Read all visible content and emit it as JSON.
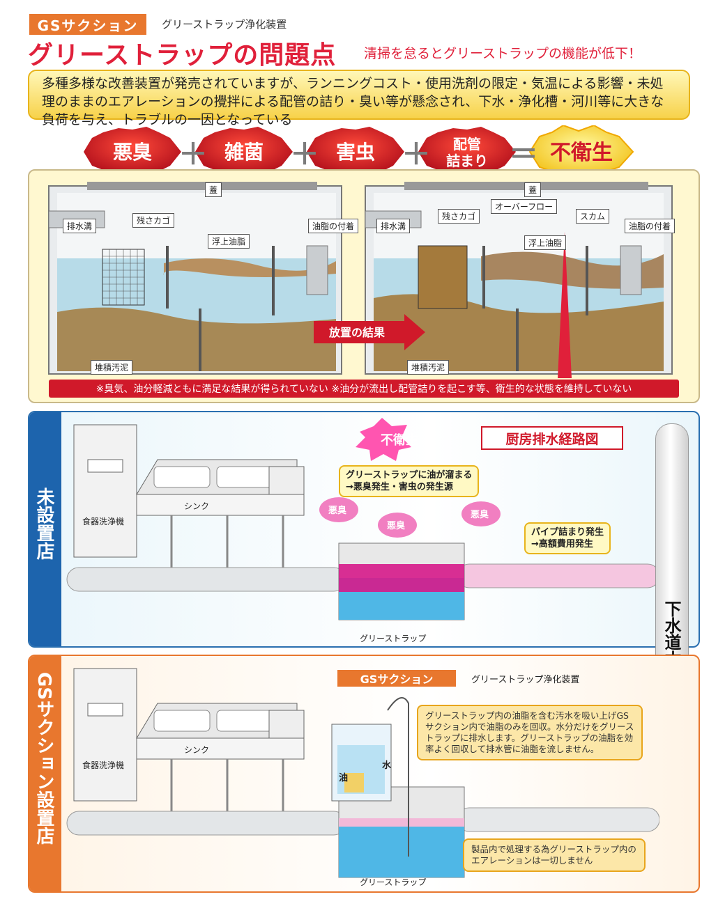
{
  "header": {
    "badge": "GSサクション",
    "subtitle": "グリーストラップ浄化装置",
    "title": "グリーストラップの問題点",
    "tagline": "清掃を怠るとグリーストラップの機能が低下！",
    "intro": "多種多様な改善装置が発売されていますが、ランニングコスト・使用洗剤の限定・気温による影響・未処理のままのエアレーションの攪拌による配管の詰り・臭い等が懸念され、下水・浄化槽・河川等に大きな負荷を与え、トラブルの一因となっている"
  },
  "equation": {
    "items": [
      "悪臭",
      "雑菌",
      "害虫"
    ],
    "item4_line1": "配管",
    "item4_line2": "詰まり",
    "plus": "＋",
    "equals": "＝",
    "result": "不衛生"
  },
  "tanks": {
    "lid": "蓋",
    "drain": "排水溝",
    "basket": "残さカゴ",
    "floating_oil": "浮上油脂",
    "oil_adhesion": "油脂の付着",
    "sludge": "堆積汚泥",
    "overflow": "オーバーフロー",
    "scum": "スカム",
    "result_arrow": "放置の結果",
    "warning": "※臭気、油分軽減ともに満足な結果が得られていない ※油分が流出し配管詰りを起こす等、衛生的な状態を維持していない"
  },
  "without": {
    "side_label": "未設置店",
    "unsanitary": "不衛生",
    "route_title": "厨房排水経路図",
    "dishwasher": "食器洗浄機",
    "sink": "シンク",
    "trap": "グリーストラップ",
    "callout1_line1": "グリーストラップに油が溜まる",
    "callout1_line2": "→悪臭発生・害虫の発生源",
    "callout2_line1": "パイプ詰まり発生",
    "callout2_line2": "→高額費用発生",
    "smell": "悪臭"
  },
  "main_pipe": "下水道本管",
  "with": {
    "side_label": "GSサクション設置店",
    "badge": "GSサクション",
    "subtitle": "グリーストラップ浄化装置",
    "dishwasher": "食器洗浄機",
    "sink": "シンク",
    "trap": "グリーストラップ",
    "oil": "油",
    "water": "水",
    "desc1": "グリーストラップ内の油脂を含む汚水を吸い上げGSサクション内で油脂のみを回収。水分だけをグリーストラップに排水します。グリーストラップの油脂を効率よく回収して排水管に油脂を流しません。",
    "desc2": "製品内で処理する為グリーストラップ内のエアレーションは一切しません"
  },
  "colors": {
    "accent_red": "#e0203a",
    "orange": "#e8772e",
    "blue": "#1d64ad",
    "magenta": "#d6198a",
    "water": "#4fb7e6",
    "sludge": "#a47a3c"
  }
}
